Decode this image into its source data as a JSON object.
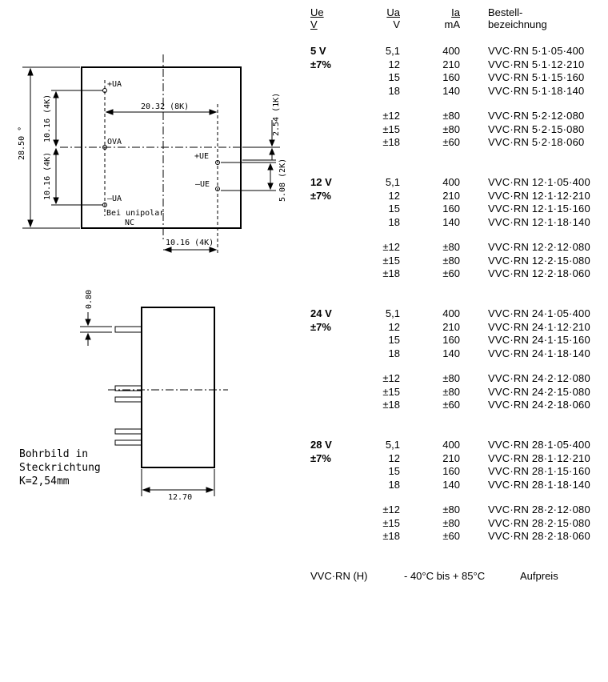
{
  "header": {
    "ue": "Ue",
    "ue_unit": "V",
    "ua": "Ua",
    "ua_unit": "V",
    "ia": "Ia",
    "ia_unit": "mA",
    "order": "Bestell-",
    "order2": "bezeichnung"
  },
  "groups": [
    {
      "ue": "5 V",
      "tol": "±7%",
      "single": [
        {
          "ua": "5,1",
          "ia": "400",
          "bz": "VVC·RN 5·1·05·400"
        },
        {
          "ua": "12",
          "ia": "210",
          "bz": "VVC·RN 5·1·12·210"
        },
        {
          "ua": "15",
          "ia": "160",
          "bz": "VVC·RN 5·1·15·160"
        },
        {
          "ua": "18",
          "ia": "140",
          "bz": "VVC·RN 5·1·18·140"
        }
      ],
      "dual": [
        {
          "ua": "±12",
          "ia": "±80",
          "bz": "VVC·RN 5·2·12·080"
        },
        {
          "ua": "±15",
          "ia": "±80",
          "bz": "VVC·RN 5·2·15·080"
        },
        {
          "ua": "±18",
          "ia": "±60",
          "bz": "VVC·RN 5·2·18·060"
        }
      ]
    },
    {
      "ue": "12 V",
      "tol": "±7%",
      "single": [
        {
          "ua": "5,1",
          "ia": "400",
          "bz": "VVC·RN 12·1·05·400"
        },
        {
          "ua": "12",
          "ia": "210",
          "bz": "VVC·RN 12·1·12·210"
        },
        {
          "ua": "15",
          "ia": "160",
          "bz": "VVC·RN 12·1·15·160"
        },
        {
          "ua": "18",
          "ia": "140",
          "bz": "VVC·RN 12·1·18·140"
        }
      ],
      "dual": [
        {
          "ua": "±12",
          "ia": "±80",
          "bz": "VVC·RN 12·2·12·080"
        },
        {
          "ua": "±15",
          "ia": "±80",
          "bz": "VVC·RN 12·2·15·080"
        },
        {
          "ua": "±18",
          "ia": "±60",
          "bz": "VVC·RN 12·2·18·060"
        }
      ]
    },
    {
      "ue": "24 V",
      "tol": "±7%",
      "single": [
        {
          "ua": "5,1",
          "ia": "400",
          "bz": "VVC·RN 24·1·05·400"
        },
        {
          "ua": "12",
          "ia": "210",
          "bz": "VVC·RN 24·1·12·210"
        },
        {
          "ua": "15",
          "ia": "160",
          "bz": "VVC·RN 24·1·15·160"
        },
        {
          "ua": "18",
          "ia": "140",
          "bz": "VVC·RN 24·1·18·140"
        }
      ],
      "dual": [
        {
          "ua": "±12",
          "ia": "±80",
          "bz": "VVC·RN 24·2·12·080"
        },
        {
          "ua": "±15",
          "ia": "±80",
          "bz": "VVC·RN 24·2·15·080"
        },
        {
          "ua": "±18",
          "ia": "±60",
          "bz": "VVC·RN 24·2·18·060"
        }
      ]
    },
    {
      "ue": "28 V",
      "tol": "±7%",
      "single": [
        {
          "ua": "5,1",
          "ia": "400",
          "bz": "VVC·RN 28·1·05·400"
        },
        {
          "ua": "12",
          "ia": "210",
          "bz": "VVC·RN 28·1·12·210"
        },
        {
          "ua": "15",
          "ia": "160",
          "bz": "VVC·RN 28·1·15·160"
        },
        {
          "ua": "18",
          "ia": "140",
          "bz": "VVC·RN 28·1·18·140"
        }
      ],
      "dual": [
        {
          "ua": "±12",
          "ia": "±80",
          "bz": "VVC·RN 28·2·12·080"
        },
        {
          "ua": "±15",
          "ia": "±80",
          "bz": "VVC·RN 28·2·15·080"
        },
        {
          "ua": "±18",
          "ia": "±60",
          "bz": "VVC·RN 28·2·18·060"
        }
      ]
    }
  ],
  "footer": {
    "model": "VVC·RN (H)",
    "range": "- 40°C bis + 85°C",
    "note": "Aufpreis"
  },
  "drawing": {
    "dim_2850": "28.50 °",
    "dim_1016_4k_a": "10.16 (4K)",
    "dim_1016_4k_b": "10.16 (4K)",
    "dim_2032": "20.32 (8K)",
    "dim_254": "2.54 (1K)",
    "dim_508": "5.08 (2K)",
    "dim_1016_bottom": "10.16 (4K)",
    "pin_plus_ua": "+UA",
    "pin_0va": "OVA",
    "pin_minus_ua": "–UA",
    "pin_plus_ue": "+UE",
    "pin_minus_ue": "–UE",
    "unipolar": "Bei unipolar",
    "nc": "NC",
    "dim_080": "0.80",
    "dim_1270": "12.70",
    "bohr1": "Bohrbild in",
    "bohr2": "Steckrichtung",
    "bohr3": "K=2,54mm"
  }
}
